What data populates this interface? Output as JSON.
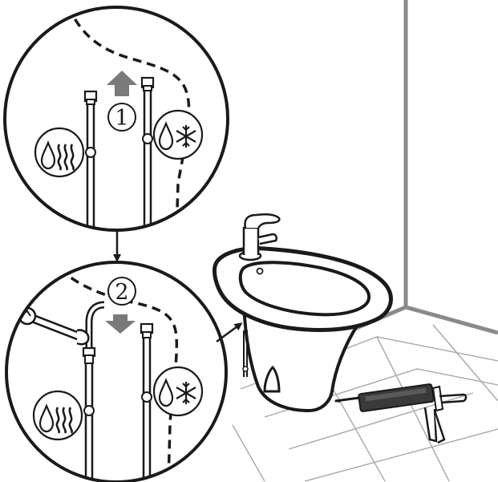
{
  "diagram": {
    "steps": [
      {
        "number": "1",
        "direction": "up"
      },
      {
        "number": "2",
        "direction": "down"
      }
    ],
    "icons": {
      "hot": "hot-water-icon",
      "cold": "cold-water-icon",
      "wrench": "wrench-icon",
      "sealant": "caulking-gun-icon",
      "fixture": "bidet-fixture",
      "faucet": "mixer-faucet-icon"
    },
    "colors": {
      "line": "#1a1a1a",
      "arrow_gray": "#7a7a7a",
      "wall": "#8a8a8a",
      "floor_line": "#a8a8a8",
      "gun_body": "#3a3a3a"
    }
  }
}
